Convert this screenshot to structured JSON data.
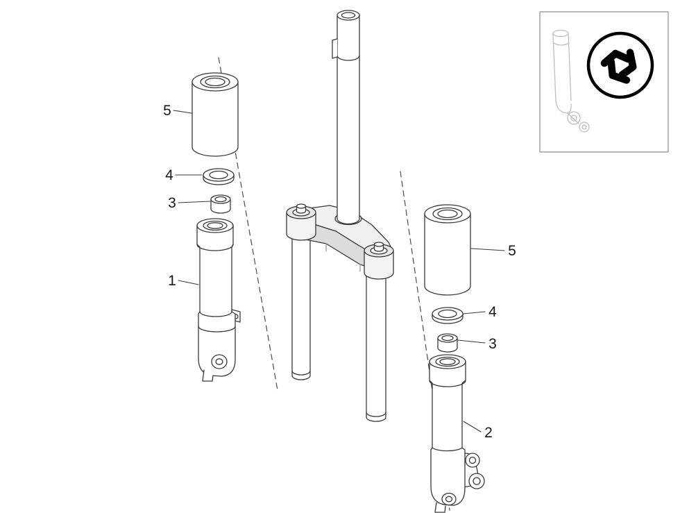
{
  "callouts": {
    "left": {
      "part5": "5",
      "part4": "4",
      "part3": "3",
      "part1": "1"
    },
    "right": {
      "part5": "5",
      "part4": "4",
      "part3": "3",
      "part2": "2"
    }
  },
  "icons": {
    "inset_emblem": "trefoil-knot-logo"
  }
}
